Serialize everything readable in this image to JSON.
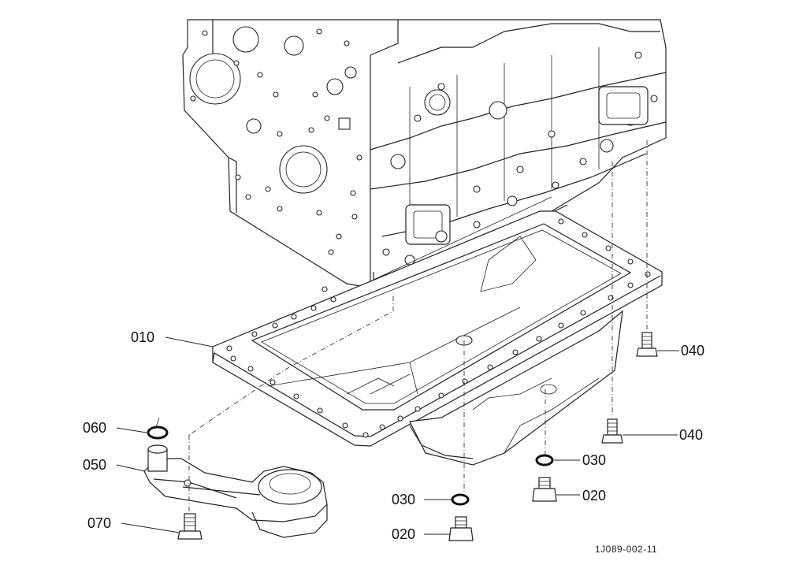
{
  "drawing_id": "1J089-002-11",
  "callouts": {
    "p010": "010",
    "p020a": "020",
    "p020b": "020",
    "p030a": "030",
    "p030b": "030",
    "p040a": "040",
    "p040b": "040",
    "p050": "050",
    "p060": "060",
    "p070": "070"
  }
}
